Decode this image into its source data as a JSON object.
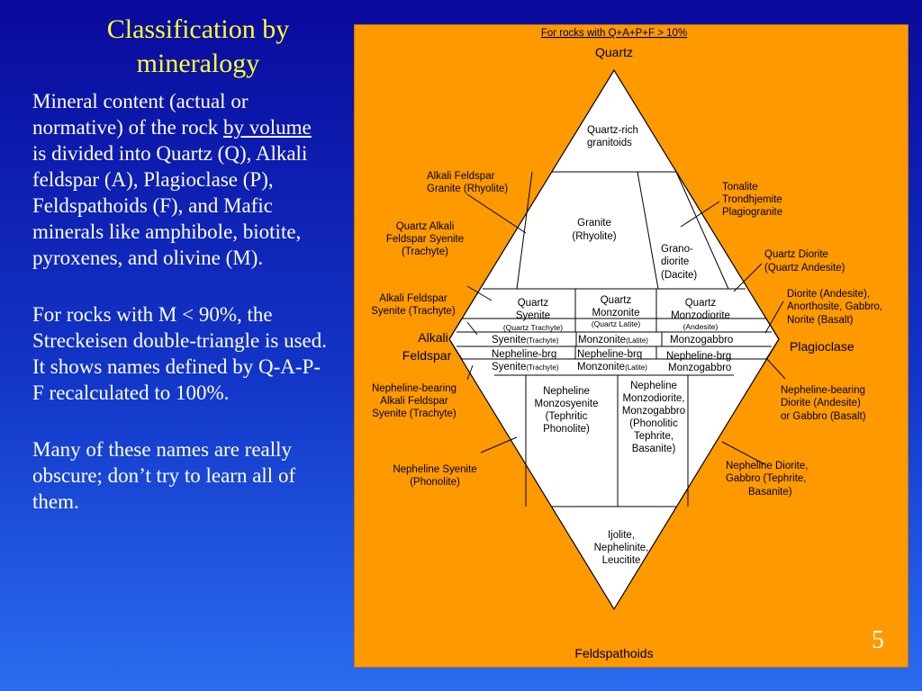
{
  "slide": {
    "title_line1": "Classification by",
    "title_line2": "mineralogy",
    "para1_a": "Mineral content (actual or normative) of the rock ",
    "para1_underline": "by volume",
    "para1_b": " is divided into Quartz (Q), Alkali feldspar (A), Plagioclase (P), Feldspathoids (F), and Mafic minerals like amphibole, biotite, pyroxenes, and olivine (M).",
    "para2": "For rocks with M < 90%, the Streckeisen double-triangle is used. It shows names defined by Q-A-P-F recalculated to 100%.",
    "para3": "Many of these names are really obscure; don’t try to learn all of them.",
    "slide_number": "5"
  },
  "diagram": {
    "header": "For rocks with Q+A+P+F > 10%",
    "apex_top": "Quartz",
    "apex_left_1": "Alkali",
    "apex_left_2": "Feldspar",
    "apex_right": "Plagioclase",
    "apex_bottom": "Feldspathoids",
    "fields": {
      "qrich_1": "Quartz-rich",
      "qrich_2": "granitoids",
      "granite_1": "Granite",
      "granite_2": "(Rhyolite)",
      "grano_1": "Grano-",
      "grano_2": "diorite",
      "grano_3": "(Dacite)",
      "qsy_1": "Quartz",
      "qsy_2": "Syenite",
      "qsy_3": "(Quartz Trachyte)",
      "qmz_1": "Quartz",
      "qmz_2": "Monzonite",
      "qmz_3": "(Quartz Latite)",
      "qmzd_1": "Quartz",
      "qmzd_2": "Monzodiorite",
      "qmzd_3": "(Andesite)",
      "sy_1": "Syenite",
      "sy_2": "(Trachyte)",
      "mz_1": "Monzonite",
      "mz_2": "(Latite)",
      "mzg": "Monzogabbro",
      "nsy_1": "Nepheline-brg",
      "nsy_2": "Syenite",
      "nsy_3": "(Trachyte)",
      "nmz_1": "Nepheline-brg",
      "nmz_2": "Monzonite",
      "nmz_3": "(Latite)",
      "nmzg_1": "Nepheline-brg",
      "nmzg_2": "Monzogabbro",
      "nms_1": "Nepheline",
      "nms_2": "Monzosyenite",
      "nms_3": "(Tephritic",
      "nms_4": "Phonolite)",
      "nmd_1": "Nepheline",
      "nmd_2": "Monzodiorite,",
      "nmd_3": "Monzogabbro",
      "nmd_4": "(Phonolitic",
      "nmd_5": "Tephrite,",
      "nmd_6": "Basanite)",
      "ijo_1": "Ijolite,",
      "ijo_2": "Nephelinite,",
      "ijo_3": "Leucitite"
    },
    "callouts": {
      "afg_1": "Alkali Feldspar",
      "afg_2": "Granite (Rhyolite)",
      "qafs_1": "Quartz Alkali",
      "qafs_2": "Feldspar Syenite",
      "qafs_3": "(Trachyte)",
      "afs_1": "Alkali Feldspar",
      "afs_2": "Syenite (Trachyte)",
      "nbafs_1": "Nepheline-bearing",
      "nbafs_2": "Alkali Feldspar",
      "nbafs_3": "Syenite (Trachyte)",
      "ns_1": "Nepheline Syenite",
      "ns_2": "(Phonolite)",
      "ton_1": "Tonalite",
      "ton_2": "Trondhjemite",
      "ton_3": "Plagiogranite",
      "qd_1": "Quartz Diorite",
      "qd_2": "(Quartz Andesite)",
      "dio_1": "Diorite (Andesite),",
      "dio_2": "Anorthosite, Gabbro,",
      "dio_3": "Norite (Basalt)",
      "nbd_1": "Nepheline-bearing",
      "nbd_2": "Diorite (Andesite)",
      "nbd_3": "or Gabbro (Basalt)",
      "nd_1": "Nepheline Diorite,",
      "nd_2": "Gabbro (Tephrite,",
      "nd_3": "Basanite)"
    }
  }
}
